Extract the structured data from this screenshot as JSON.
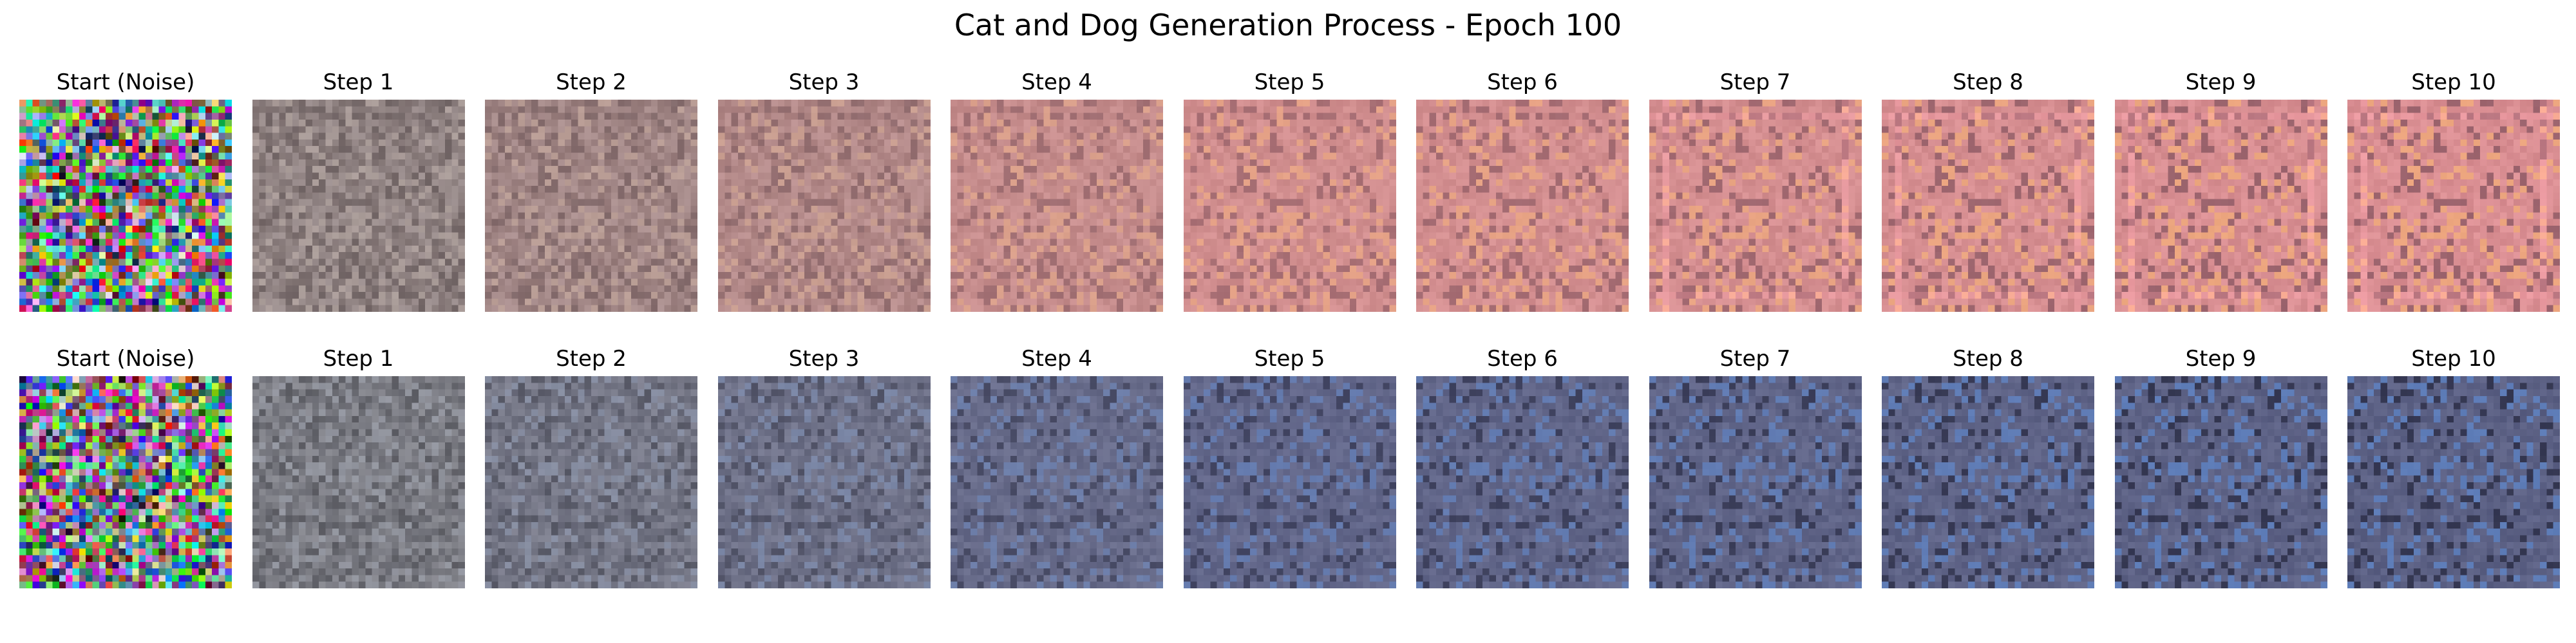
{
  "figure": {
    "title": "Cat and Dog Generation Process - Epoch 100"
  },
  "rows": [
    {
      "panels": [
        {
          "label": "Start (Noise)",
          "kind": "noise"
        },
        {
          "label": "Step 1"
        },
        {
          "label": "Step 2"
        },
        {
          "label": "Step 3"
        },
        {
          "label": "Step 4"
        },
        {
          "label": "Step 5"
        },
        {
          "label": "Step 6"
        },
        {
          "label": "Step 7"
        },
        {
          "label": "Step 8"
        },
        {
          "label": "Step 9"
        },
        {
          "label": "Step 10"
        }
      ],
      "palette": {
        "base": "#c98f8c",
        "late": "#ec8f9b",
        "accent": "#e6a25e",
        "dark": "#7f5765"
      }
    },
    {
      "panels": [
        {
          "label": "Start (Noise)",
          "kind": "noise"
        },
        {
          "label": "Step 1"
        },
        {
          "label": "Step 2"
        },
        {
          "label": "Step 3"
        },
        {
          "label": "Step 4"
        },
        {
          "label": "Step 5"
        },
        {
          "label": "Step 6"
        },
        {
          "label": "Step 7"
        },
        {
          "label": "Step 8"
        },
        {
          "label": "Step 9"
        },
        {
          "label": "Step 10"
        }
      ],
      "palette": {
        "base": "#6a6e90",
        "late": "#4f557a",
        "accent": "#4b7bc6",
        "dark": "#2a2b3e"
      }
    }
  ]
}
